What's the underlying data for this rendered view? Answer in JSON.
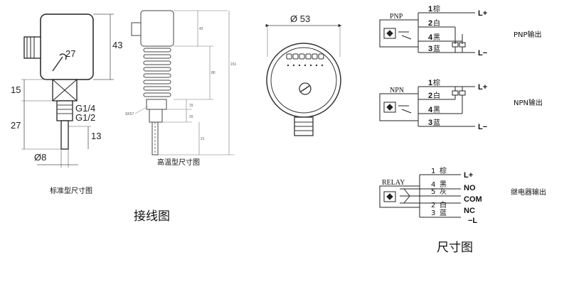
{
  "standard_drawing": {
    "caption": "标准型尺寸图",
    "dim_height": "43",
    "dim_wrench": "27",
    "dim_15": "15",
    "dim_27": "27",
    "thread_1": "G1/4",
    "thread_2": "G1/2",
    "dim_13": "13",
    "dim_dia": "Ø8"
  },
  "high_temp_drawing": {
    "caption": "高温型尺寸图",
    "dims": [
      "42",
      "80",
      "151",
      "15",
      "15",
      "21"
    ],
    "part_label": "SK57"
  },
  "front_view": {
    "diameter": "Ø 53"
  },
  "wiring": {
    "caption": "接线图",
    "pnp": {
      "name": "PNP",
      "output_label": "PNP输出",
      "wires": [
        {
          "num": "1",
          "color": "棕",
          "term": "L+"
        },
        {
          "num": "2",
          "color": "白",
          "term": ""
        },
        {
          "num": "4",
          "color": "黑",
          "term": ""
        },
        {
          "num": "3",
          "color": "蓝",
          "term": "L−"
        }
      ]
    },
    "npn": {
      "name": "NPN",
      "output_label": "NPN输出",
      "wires": [
        {
          "num": "1",
          "color": "棕",
          "term": "L+"
        },
        {
          "num": "2",
          "color": "白",
          "term": ""
        },
        {
          "num": "4",
          "color": "黑",
          "term": ""
        },
        {
          "num": "3",
          "color": "蓝",
          "term": "L−"
        }
      ]
    },
    "relay": {
      "name": "RELAY",
      "output_label": "继电器输出",
      "wires": [
        {
          "num": "1",
          "color": "棕",
          "term": "L+"
        },
        {
          "num": "4",
          "color": "黑",
          "term": "NO"
        },
        {
          "num": "5",
          "color": "灰",
          "term": "COM"
        },
        {
          "num": "2",
          "color": "白",
          "term": "NC"
        },
        {
          "num": "3",
          "color": "蓝",
          "term": "−L"
        }
      ]
    }
  },
  "dimension_caption": "尺寸图"
}
